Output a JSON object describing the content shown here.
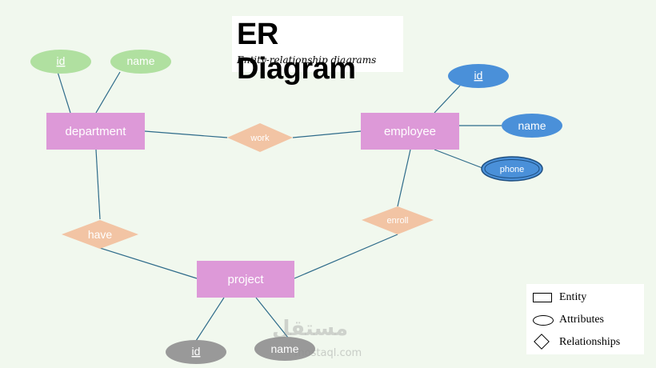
{
  "title": "ER Diagram",
  "subtitle": "Entity-relationship diagrams",
  "entities": {
    "department": "department",
    "employee": "employee",
    "project": "project"
  },
  "relationships": {
    "work": "work",
    "have": "have",
    "enroll": "enroll"
  },
  "attributes": {
    "department_id": "id",
    "department_name": "name",
    "employee_id": "id",
    "employee_name": "name",
    "employee_phone": "phone",
    "project_id": "id",
    "project_name": "name"
  },
  "legend": {
    "entity": "Entity",
    "attributes": "Attributes",
    "relationships": "Relationships"
  },
  "watermark": "مستقل",
  "watermark_sub": "mostaql.com",
  "colors": {
    "background": "#f1f8ee",
    "entity": "#dd99d8",
    "relationship": "#f2c4a4",
    "attr_department": "#b0e0a0",
    "attr_employee": "#4a90d9",
    "attr_project": "#999999",
    "line": "#2e6b8a"
  }
}
